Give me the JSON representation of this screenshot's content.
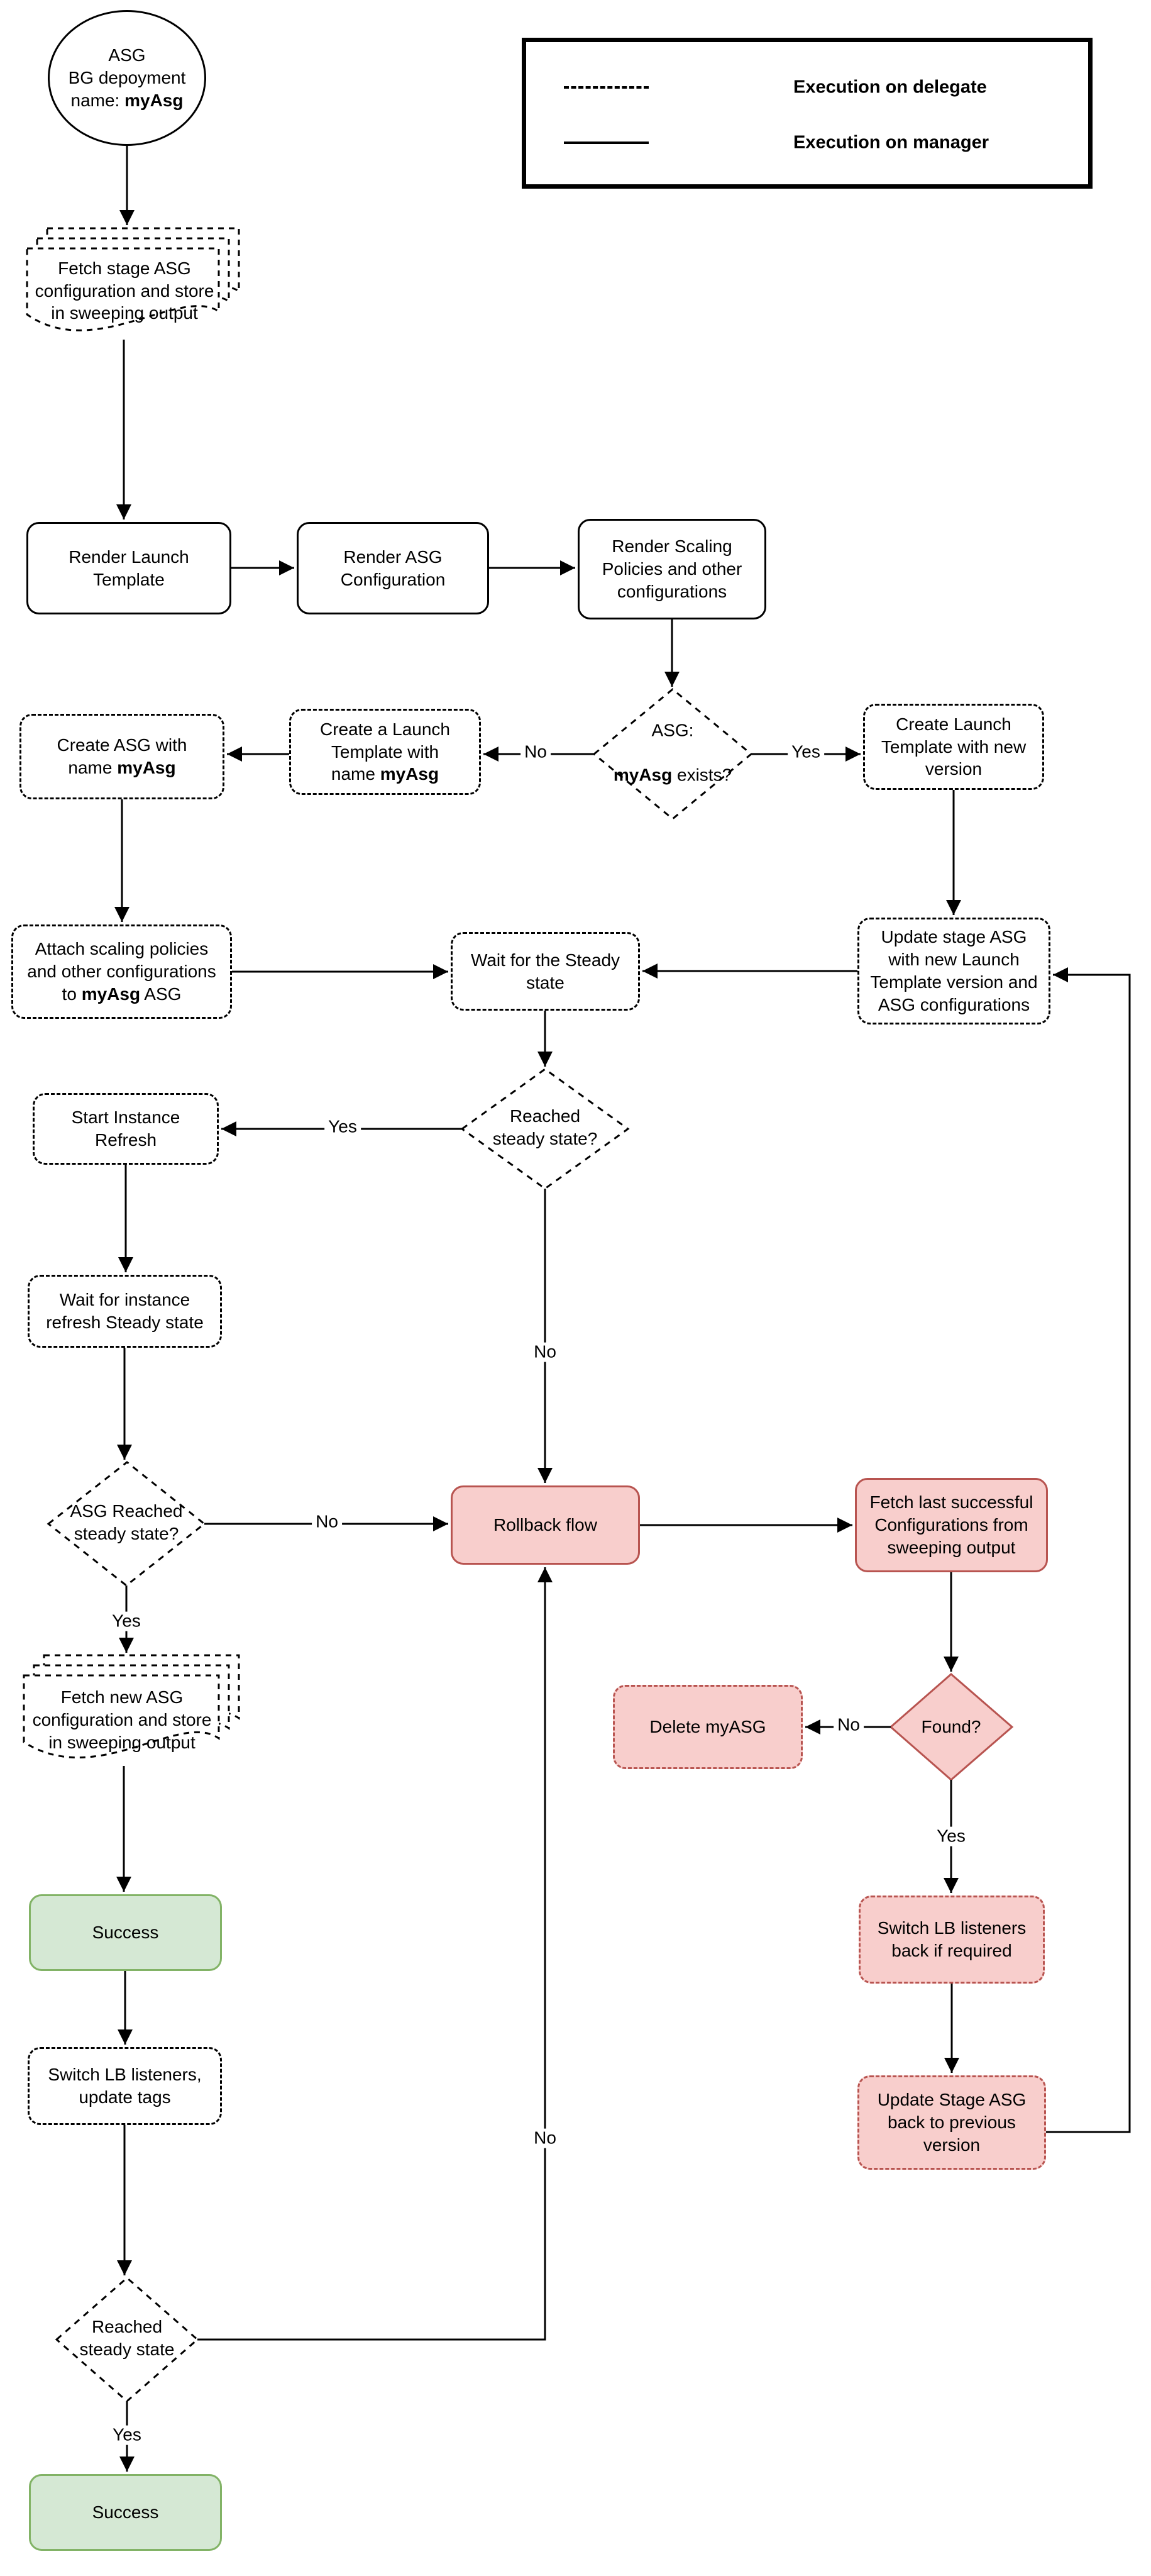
{
  "legend": {
    "delegate_label": "Execution on delegate",
    "manager_label": "Execution on manager"
  },
  "edge_labels": {
    "yes": "Yes",
    "no": "No"
  },
  "colors": {
    "red_fill": "#f8cecc",
    "red_stroke": "#b85450",
    "green_fill": "#d5e8d4",
    "green_stroke": "#82b366",
    "black": "#000000",
    "white": "#ffffff"
  },
  "nodes": {
    "start": {
      "l1": "ASG",
      "l2": "BG depoyment",
      "l3a": "name: ",
      "l3b": "myAsg"
    },
    "fetch_stage": {
      "label": "Fetch stage ASG\nconfiguration and store\nin sweeping output"
    },
    "render_launch": {
      "label": "Render Launch\nTemplate"
    },
    "render_asg": {
      "label": "Render ASG\nConfiguration"
    },
    "render_scaling": {
      "label": "Render Scaling\nPolicies and other\nconfigurations"
    },
    "asg_exists": {
      "l1": "ASG:",
      "l2a": "myAsg",
      "l2b": " exists?"
    },
    "create_lt_myasg": {
      "l1": "Create a Launch",
      "l2": "Template with",
      "l3a": "name ",
      "l3b": "myAsg"
    },
    "create_asg_myasg": {
      "l1": "Create ASG with",
      "l2a": "name ",
      "l2b": "myAsg"
    },
    "create_lt_new": {
      "label": "Create Launch\nTemplate with new\nversion"
    },
    "attach": {
      "l1": "Attach scaling policies",
      "l2": "and other configurations",
      "l3a": "to ",
      "l3b": "myAsg",
      "l3c": " ASG"
    },
    "wait_steady": {
      "label": "Wait for the Steady\nstate"
    },
    "update_stage": {
      "label": "Update stage ASG\nwith new Launch\nTemplate version and\nASG configurations"
    },
    "reached_steady": {
      "label": "Reached\nsteady state?"
    },
    "start_refresh": {
      "label": "Start Instance\nRefresh"
    },
    "wait_instance": {
      "label": "Wait for instance\nrefresh Steady state"
    },
    "asg_reached": {
      "label": "ASG Reached\nsteady state?"
    },
    "rollback": {
      "label": "Rollback flow"
    },
    "fetch_last": {
      "label": "Fetch last successful\nConfigurations from\nsweeping output"
    },
    "found": {
      "label": "Found?"
    },
    "delete_myasg": {
      "label": "Delete myASG"
    },
    "fetch_new": {
      "label": "Fetch new ASG\nconfiguration and store\nin sweeping output"
    },
    "success_main": {
      "label": "Success"
    },
    "switch_lb": {
      "label": "Switch LB listeners,\nupdate tags"
    },
    "switch_lb_back": {
      "label": "Switch LB listeners\nback if required"
    },
    "update_back": {
      "label": "Update Stage ASG\nback to previous\nversion"
    },
    "reached_steady_final": {
      "label": "Reached\nsteady state"
    },
    "success_final": {
      "label": "Success"
    }
  }
}
